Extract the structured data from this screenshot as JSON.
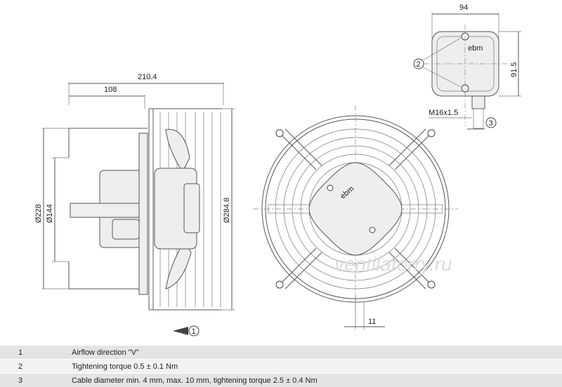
{
  "dimensions": {
    "overall_depth": "210.4",
    "motor_depth": "108",
    "guard_diameter": "Ø228",
    "hub_diameter": "Ø144",
    "outer_diameter": "Ø284.8",
    "box_width": "94",
    "box_height": "91.5",
    "cable_gland": "M16x1.5",
    "bracket_offset": "11"
  },
  "callouts": {
    "airflow": "1",
    "torque": "2",
    "cable": "3"
  },
  "brand": "ebm",
  "watermark": "ventilatorry.ru",
  "legend": [
    {
      "num": "1",
      "text": "Airflow direction \"V\""
    },
    {
      "num": "2",
      "text": "Tightening torque 0.5 ± 0.1 Nm"
    },
    {
      "num": "3",
      "text": "Cable diameter min. 4 mm, max. 10 mm, tightening torque 2.5 ± 0.4 Nm"
    }
  ]
}
